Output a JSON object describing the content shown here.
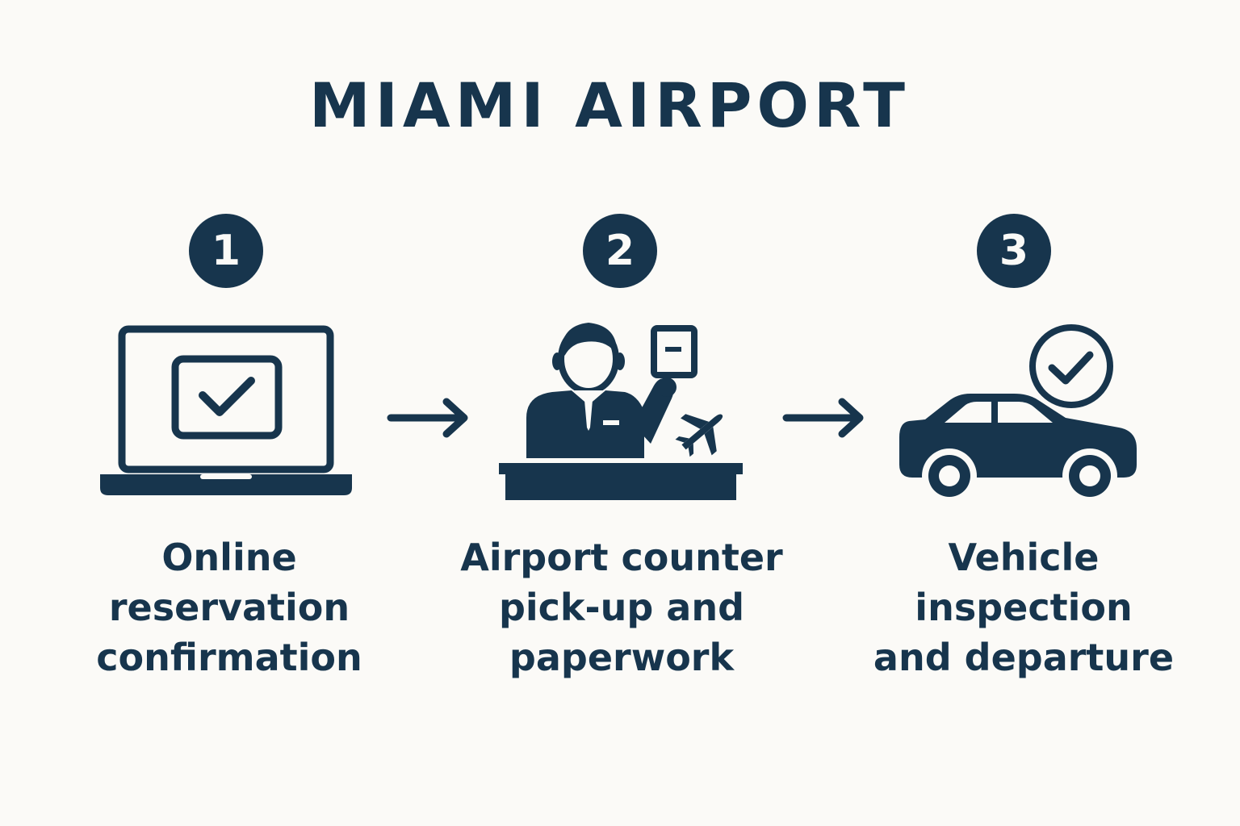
{
  "title": "MIAMI AIRPORT",
  "colors": {
    "ink": "#17354d",
    "background": "#fbfaf7"
  },
  "steps": [
    {
      "number": "1",
      "icon": "laptop-checkmark-icon",
      "label_lines": [
        "Online",
        "reservation",
        "confirmation"
      ]
    },
    {
      "number": "2",
      "icon": "airport-counter-agent-icon",
      "label_lines": [
        "Airport counter",
        "pick-up and",
        "paperwork"
      ]
    },
    {
      "number": "3",
      "icon": "car-checkmark-icon",
      "label_lines": [
        "Vehicle",
        "inspection",
        "and departure"
      ]
    }
  ],
  "connectors": [
    "arrow-right-icon",
    "arrow-right-icon"
  ]
}
